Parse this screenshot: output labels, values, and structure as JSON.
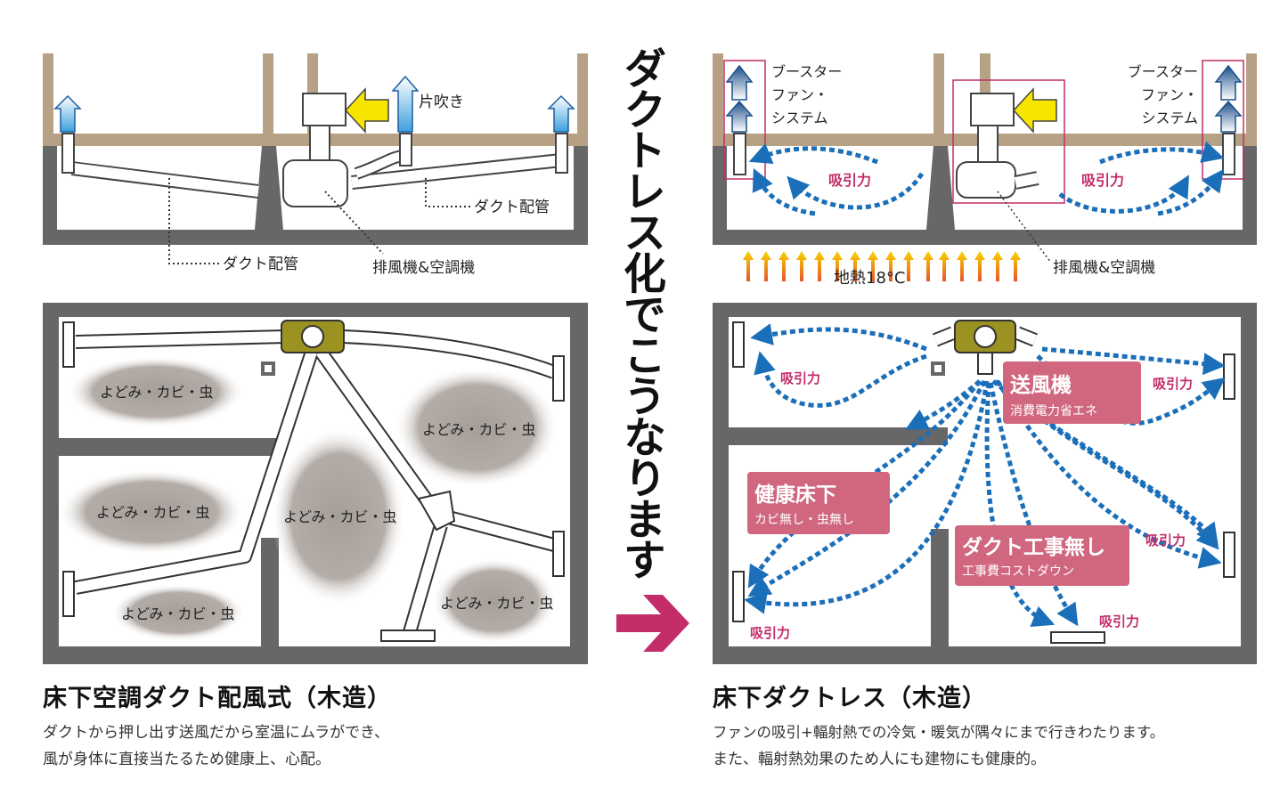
{
  "colors": {
    "wood": "#b6a184",
    "wall": "#676767",
    "mold": "#a59e99",
    "fan": "#9c9221",
    "flow": "#1b6fb9",
    "pink": "#d0677f",
    "magenta": "#c22d6a",
    "arrow_yellow": "#f7e500",
    "heat": "#f3a31a"
  },
  "left": {
    "section_label": {
      "one_side": "片吹き",
      "duct_top": "ダクト配管",
      "duct_bottom": "ダクト配管",
      "fan_unit": "排風機&空調機"
    },
    "mold_labels": [
      "よどみ・カビ・虫",
      "よどみ・カビ・虫",
      "よどみ・カビ・虫",
      "よどみ・カビ・虫",
      "よどみ・カビ・虫",
      "よどみ・カビ・虫"
    ],
    "title": "床下空調ダクト配風式（木造）",
    "description_line1": "ダクトから押し出す送風だから室温にムラができ、",
    "description_line2": "風が身体に直接当たるため健康上、心配。"
  },
  "center": {
    "vertical_text": "ダクトレス化でこうなります",
    "arrow_icon": "right-arrow-icon"
  },
  "right": {
    "booster_left": [
      "ブースター",
      "ファン・",
      "システム"
    ],
    "booster_right": [
      "ブースター",
      "ファン・",
      "システム"
    ],
    "suction_label": "吸引力",
    "fan_unit": "排風機&空調機",
    "geothermal": "地熱18°C",
    "plan_suction": [
      "吸引力",
      "吸引力",
      "吸引力",
      "吸引力",
      "吸引力"
    ],
    "boxes": {
      "blower_title": "送風機",
      "blower_sub": "消費電力省エネ",
      "health_title": "健康床下",
      "health_sub": "カビ無し・虫無し",
      "duct_title": "ダクト工事無し",
      "duct_sub": "工事費コストダウン"
    },
    "title": "床下ダクトレス（木造）",
    "description_line1": "ファンの吸引+輻射熱での冷気・暖気が隅々にまで行きわたります。",
    "description_line2": "また、輻射熱効果のため人にも建物にも健康的。"
  }
}
